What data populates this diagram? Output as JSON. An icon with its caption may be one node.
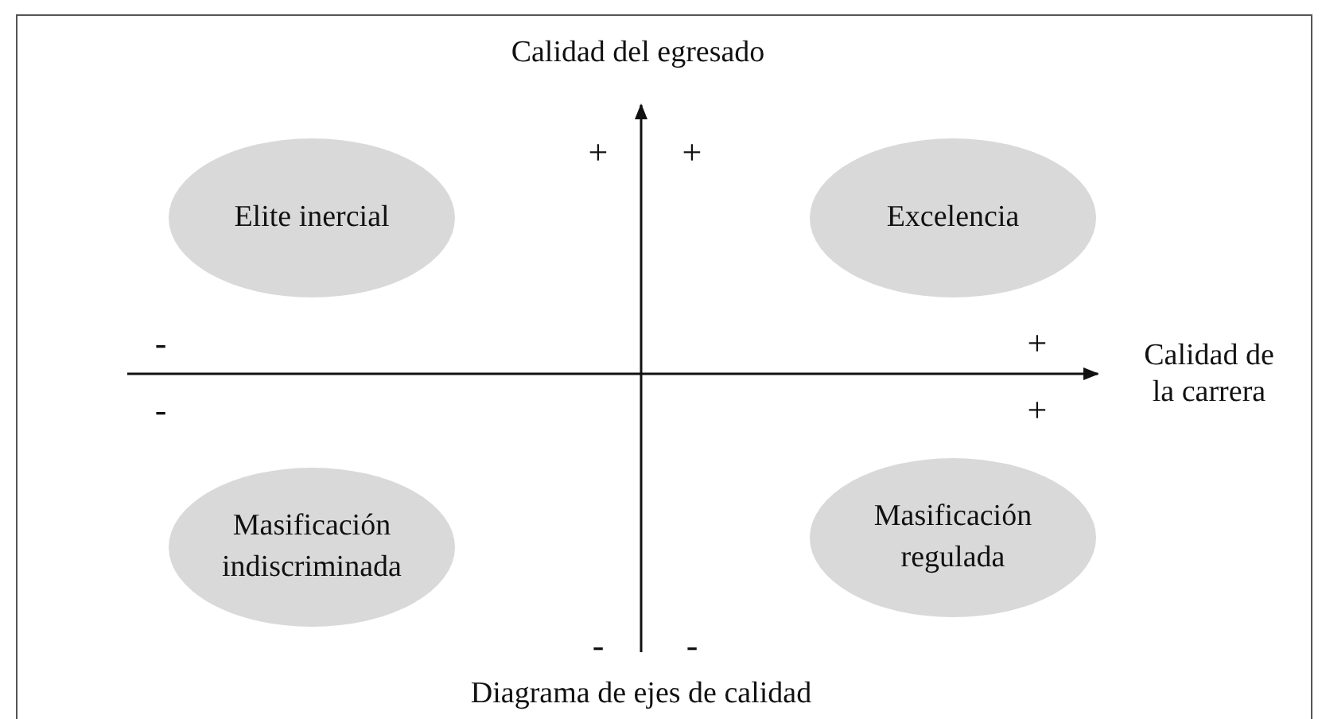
{
  "diagram": {
    "caption": "Diagrama de ejes de calidad",
    "nodes": [
      {
        "text": [
          "Elite inercial"
        ]
      },
      {
        "text": [
          "Excelencia"
        ]
      },
      {
        "text": [
          "Masificación indiscriminada"
        ]
      },
      {
        "text": [
          "Masificación regulada"
        ]
      }
    ],
    "labels": [
      "Calidad del egresado",
      "+",
      "+",
      "-",
      "+",
      "Calidad de la carrera",
      "-",
      "+",
      "-",
      "-"
    ]
  }
}
